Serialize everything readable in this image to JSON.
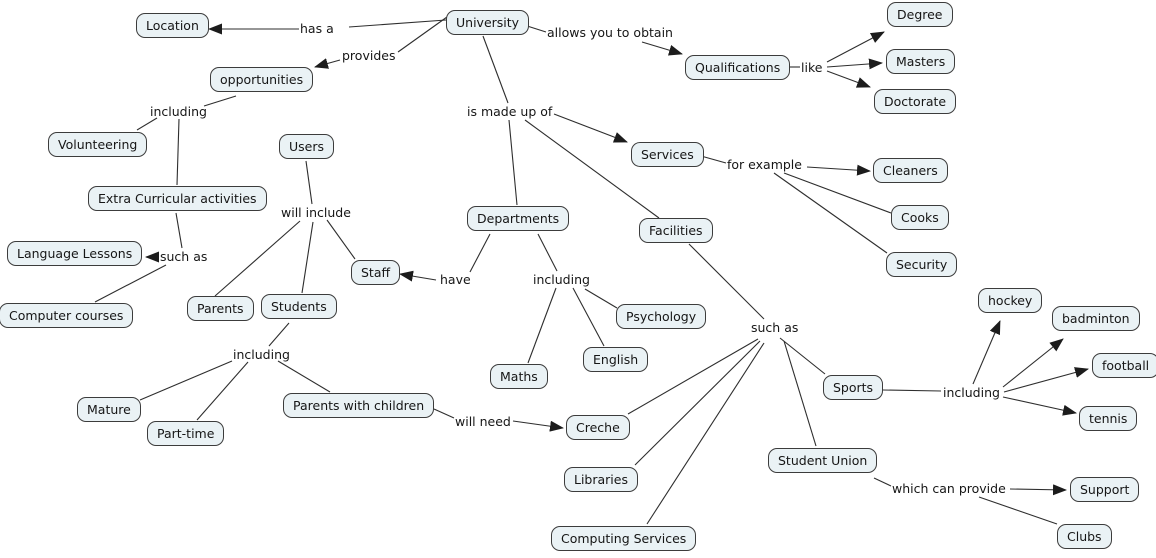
{
  "colors": {
    "node-fill": "#eaf2f5",
    "node-border": "#3c3c3c",
    "line": "#2e2e2e",
    "text": "#161616"
  },
  "nodes": {
    "university": "University",
    "location": "Location",
    "opportunities": "opportunities",
    "volunteering": "Volunteering",
    "extra_curricular": "Extra Curricular activities",
    "language_lessons": "Language Lessons",
    "computer_courses": "Computer courses",
    "users": "Users",
    "parents": "Parents",
    "students": "Students",
    "staff": "Staff",
    "departments": "Departments",
    "psychology": "Psychology",
    "english": "English",
    "maths": "Maths",
    "mature": "Mature",
    "part_time": "Part-time",
    "parents_with_children": "Parents with children",
    "creche": "Creche",
    "libraries": "Libraries",
    "computing_services": "Computing Services",
    "facilities": "Facilities",
    "services": "Services",
    "cleaners": "Cleaners",
    "cooks": "Cooks",
    "security": "Security",
    "qualifications": "Qualifications",
    "degree": "Degree",
    "masters": "Masters",
    "doctorate": "Doctorate",
    "sports": "Sports",
    "hockey": "hockey",
    "badminton": "badminton",
    "football": "football",
    "tennis": "tennis",
    "student_union": "Student Union",
    "support": "Support",
    "clubs": "Clubs"
  },
  "edge_labels": {
    "has_a": "has a",
    "provides": "provides",
    "including_opportunities": "including",
    "such_as_activities": "such as",
    "allows_you_to_obtain": "allows you to obtain",
    "like": "like",
    "is_made_up_of": "is made up of",
    "will_include": "will include",
    "have": "have",
    "including_departments": "including",
    "including_students": "including",
    "will_need": "will need",
    "for_example": "for example",
    "such_as_facilities": "such as",
    "including_sports": "including",
    "which_can_provide": "which can provide"
  },
  "relations": [
    {
      "from": "University",
      "label": "has a",
      "to": "Location"
    },
    {
      "from": "University",
      "label": "provides",
      "to": "opportunities"
    },
    {
      "from": "opportunities",
      "label": "including",
      "to": "Volunteering"
    },
    {
      "from": "opportunities",
      "label": "including",
      "to": "Extra Curricular activities"
    },
    {
      "from": "Extra Curricular activities",
      "label": "such as",
      "to": "Language Lessons"
    },
    {
      "from": "Extra Curricular activities",
      "label": "such as",
      "to": "Computer courses"
    },
    {
      "from": "University",
      "label": "allows you to obtain",
      "to": "Qualifications"
    },
    {
      "from": "Qualifications",
      "label": "like",
      "to": "Degree"
    },
    {
      "from": "Qualifications",
      "label": "like",
      "to": "Masters"
    },
    {
      "from": "Qualifications",
      "label": "like",
      "to": "Doctorate"
    },
    {
      "from": "University",
      "label": "is made up of",
      "to": "Departments"
    },
    {
      "from": "University",
      "label": "is made up of",
      "to": "Services"
    },
    {
      "from": "University",
      "label": "is made up of",
      "to": "Facilities"
    },
    {
      "from": "Services",
      "label": "for example",
      "to": "Cleaners"
    },
    {
      "from": "Services",
      "label": "for example",
      "to": "Cooks"
    },
    {
      "from": "Services",
      "label": "for example",
      "to": "Security"
    },
    {
      "from": "Users",
      "label": "will include",
      "to": "Parents"
    },
    {
      "from": "Users",
      "label": "will include",
      "to": "Students"
    },
    {
      "from": "Users",
      "label": "will include",
      "to": "Staff"
    },
    {
      "from": "Departments",
      "label": "have",
      "to": "Staff"
    },
    {
      "from": "Departments",
      "label": "including",
      "to": "Psychology"
    },
    {
      "from": "Departments",
      "label": "including",
      "to": "English"
    },
    {
      "from": "Departments",
      "label": "including",
      "to": "Maths"
    },
    {
      "from": "Students",
      "label": "including",
      "to": "Mature"
    },
    {
      "from": "Students",
      "label": "including",
      "to": "Part-time"
    },
    {
      "from": "Students",
      "label": "including",
      "to": "Parents with children"
    },
    {
      "from": "Parents with children",
      "label": "will need",
      "to": "Creche"
    },
    {
      "from": "Facilities",
      "label": "such as",
      "to": "Creche"
    },
    {
      "from": "Facilities",
      "label": "such as",
      "to": "Libraries"
    },
    {
      "from": "Facilities",
      "label": "such as",
      "to": "Computing Services"
    },
    {
      "from": "Facilities",
      "label": "such as",
      "to": "Sports"
    },
    {
      "from": "Facilities",
      "label": "such as",
      "to": "Student Union"
    },
    {
      "from": "Sports",
      "label": "including",
      "to": "hockey"
    },
    {
      "from": "Sports",
      "label": "including",
      "to": "badminton"
    },
    {
      "from": "Sports",
      "label": "including",
      "to": "football"
    },
    {
      "from": "Sports",
      "label": "including",
      "to": "tennis"
    },
    {
      "from": "Student Union",
      "label": "which can provide",
      "to": "Support"
    },
    {
      "from": "Student Union",
      "label": "which can provide",
      "to": "Clubs"
    }
  ]
}
